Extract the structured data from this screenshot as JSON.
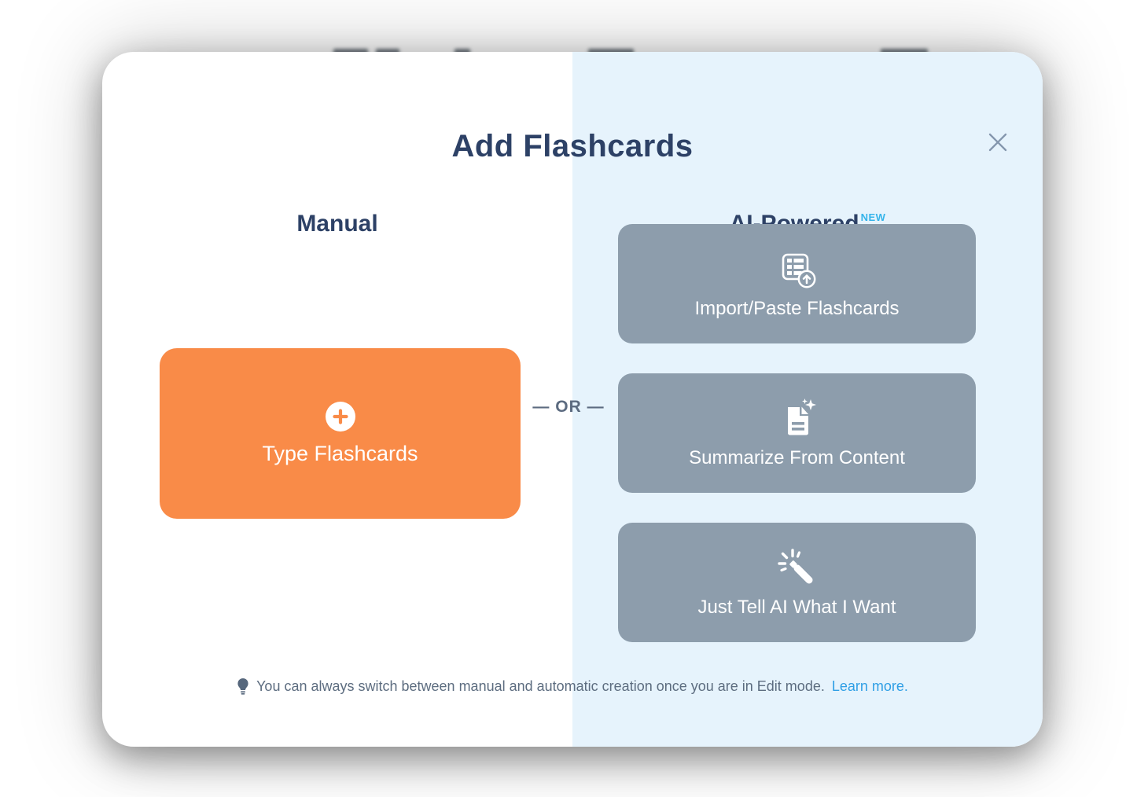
{
  "colors": {
    "navy_text": "#2d4166",
    "panel_blue": "#e6f3fc",
    "button_gray": "#8d9dac",
    "accent_orange": "#f98b48",
    "badge_blue": "#35b4ea",
    "link_blue": "#2f9fe5",
    "muted_text": "#5d6d80"
  },
  "modal": {
    "title": "Add Flashcards",
    "divider_label": "— OR —",
    "manual_section": {
      "heading": "Manual",
      "type_button_label": "Type Flashcards"
    },
    "ai_section": {
      "heading": "AI-Powered",
      "badge": "NEW",
      "buttons": [
        {
          "label": "Import/Paste Flashcards",
          "icon": "table-import-icon"
        },
        {
          "label": "Summarize From Content",
          "icon": "document-sparkle-icon"
        },
        {
          "label": "Just Tell AI What I Want",
          "icon": "magic-wand-icon"
        }
      ]
    },
    "footer": {
      "tip_text": "You can always switch between manual and automatic creation once you are in Edit mode.",
      "link_label": "Learn more."
    }
  }
}
